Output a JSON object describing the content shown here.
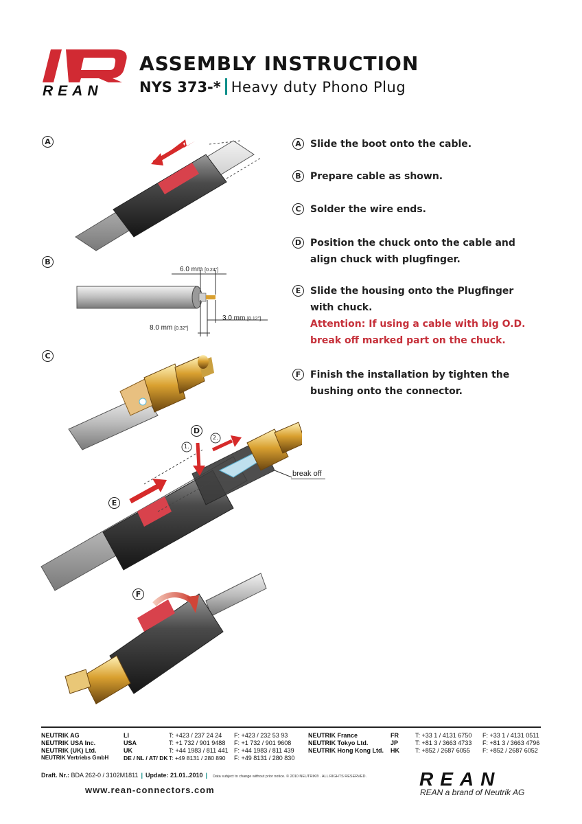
{
  "header": {
    "logo_text": "REAN",
    "title": "ASSEMBLY INSTRUCTION",
    "model": "NYS 373-*",
    "subtitle": "Heavy duty  Phono Plug"
  },
  "steps": [
    {
      "letter": "A",
      "text": "Slide the boot onto the cable."
    },
    {
      "letter": "B",
      "text": "Prepare cable as shown."
    },
    {
      "letter": "C",
      "text": "Solder the wire ends."
    },
    {
      "letter": "D",
      "text": "Position the chuck onto the cable and align chuck with plugfinger."
    },
    {
      "letter": "E",
      "text": "Slide the  housing onto the Plugfinger with chuck.",
      "warning": "Attention: If using a cable with big O.D. break off marked part on the chuck."
    },
    {
      "letter": "F",
      "text": "Finish the installation by tighten the bushing onto the connector."
    }
  ],
  "figures": {
    "labels": [
      "A",
      "B",
      "C",
      "D",
      "E",
      "F"
    ],
    "dims": {
      "d1": "6.0 mm",
      "d1u": "[0.24\"]",
      "d2": "3.0 mm",
      "d2u": "[0.12\"]",
      "d3": "8.0 mm",
      "d3u": "[0.32\"]"
    },
    "arrow1": "1.",
    "arrow2": "2.",
    "break_off": "break off"
  },
  "footer": {
    "contacts_left": [
      {
        "name": "NEUTRIK  AG",
        "country": "LI",
        "tel": "T: +423 / 237 24 24",
        "fax": "F: +423 / 232 53 93"
      },
      {
        "name": "NEUTRIK  USA Inc.",
        "country": "USA",
        "tel": "T: +1 732 / 901 9488",
        "fax": "F: +1 732 / 901 9608"
      },
      {
        "name": "NEUTRIK  (UK) Ltd.",
        "country": "UK",
        "tel": "T: +44 1983 / 811 441",
        "fax": "F: +44 1983 / 811 439"
      },
      {
        "name": "NEUTRIK Vertriebs GmbH",
        "country": "DE / NL / AT/ DK",
        "tel": "T: +49 8131 / 280 890",
        "fax": "F: +49 8131 / 280 830"
      }
    ],
    "contacts_right": [
      {
        "name": "NEUTRIK France",
        "country": "FR",
        "tel": "T: +33 1 / 4131 6750",
        "fax": "F: +33 1 / 4131 0511"
      },
      {
        "name": "NEUTRIK Tokyo Ltd.",
        "country": "JP",
        "tel": "T: +81 3 / 3663 4733",
        "fax": "F: +81 3 / 3663 4796"
      },
      {
        "name": "NEUTRIK Hong Kong Ltd.",
        "country": "HK",
        "tel": "T: +852 / 2687 6055",
        "fax": "F: +852 / 2687 6052"
      }
    ],
    "draft_label": "Draft. Nr.:",
    "draft_value": "BDA 262-0 / 3102M1811",
    "update_label": "Update: 21.01..2010",
    "disclaimer": "Data subject to change without prior notice. © 2010  NEUTRIK® . ALL RIGHTS RESERVED.",
    "website": "www.rean-connectors.com",
    "brand": "REAN",
    "brand_tagline": "REAN a brand of Neutrik AG"
  },
  "colors": {
    "logo_red": "#d12a33",
    "accent_teal": "#0f8f8a",
    "warning_red": "#c6303a",
    "housing_band": "#e0505a"
  }
}
